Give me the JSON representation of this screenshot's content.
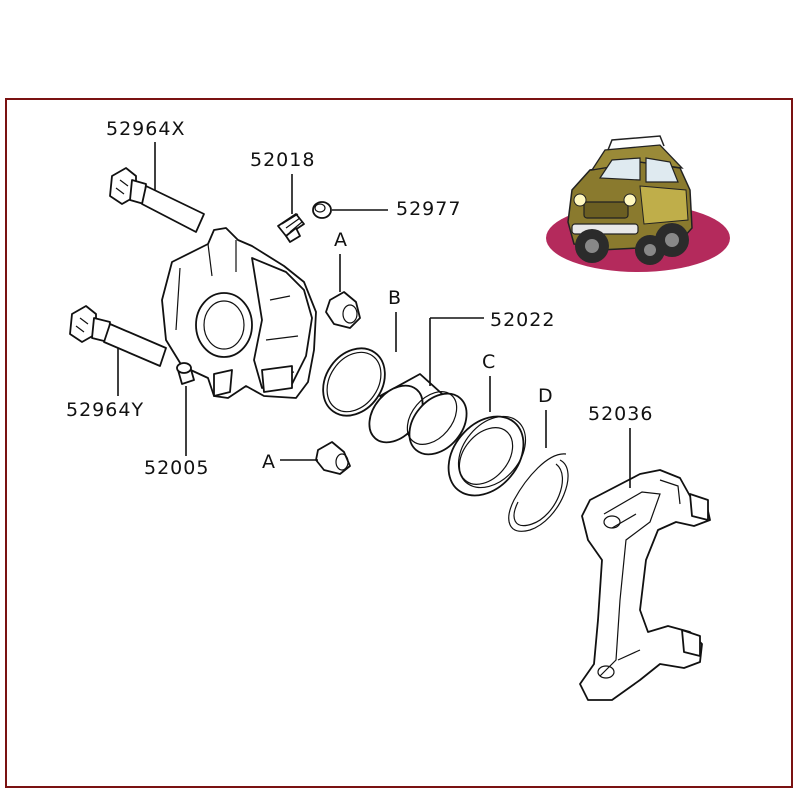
{
  "colors": {
    "frame": "#7a1212",
    "caliper_fill": "#f6e21a",
    "caliper_shade": "#d9b800",
    "disc": "#b42a5c",
    "truck_body": "#8a7a2e",
    "truck_light": "#bfae4a"
  },
  "labels": {
    "bolt_upper": "52964X",
    "bleeder": "52018",
    "cap": "52977",
    "bolt_lower": "52964Y",
    "bushing": "52005",
    "boot_a_upper": "A",
    "boot_a_lower": "A",
    "seal_b": "B",
    "piston": "52022",
    "boot_c": "C",
    "ring_d": "D",
    "bracket": "52036"
  },
  "icons": {
    "vehicle": "suv-mascot-icon"
  }
}
